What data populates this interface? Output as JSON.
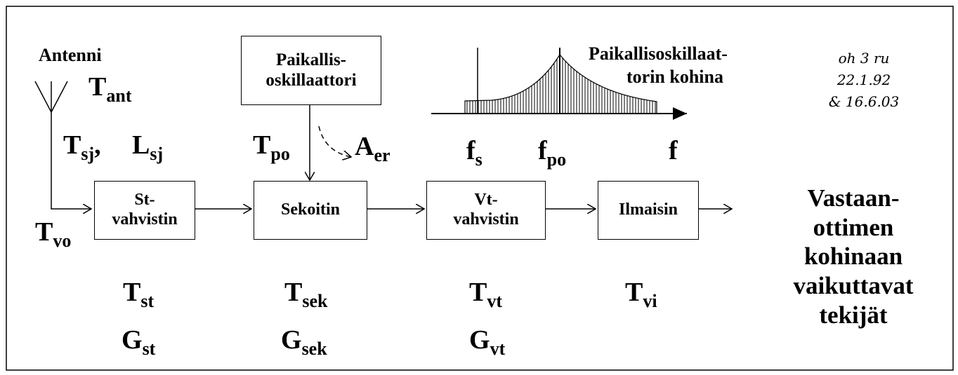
{
  "antenna": {
    "label": "Antenni",
    "t_ant": "T",
    "t_ant_sub": "ant"
  },
  "antenna_line": {
    "t_sj": "T",
    "t_sj_sub": "sj",
    "comma": ",",
    "l_sj": "L",
    "l_sj_sub": "sj",
    "t_vo": "T",
    "t_vo_sub": "vo"
  },
  "local_oscillator": {
    "line1": "Paikallis-",
    "line2": "oskillaattori",
    "t_po": "T",
    "t_po_sub": "po",
    "a_er": "A",
    "a_er_sub": "er"
  },
  "blocks": {
    "st": {
      "line1": "St-",
      "line2": "vahvistin",
      "t": "T",
      "t_sub": "st",
      "g": "G",
      "g_sub": "st"
    },
    "sek": {
      "line1": "Sekoitin",
      "t": "T",
      "t_sub": "sek",
      "g": "G",
      "g_sub": "sek"
    },
    "vt": {
      "line1": "Vt-",
      "line2": "vahvistin",
      "t": "T",
      "t_sub": "vt",
      "g": "G",
      "g_sub": "vt"
    },
    "ilm": {
      "line1": "Ilmaisin",
      "t": "T",
      "t_sub": "vi"
    }
  },
  "spectrum": {
    "title_line1": "Paikallisoskillaat-",
    "title_line2": "torin  kohina",
    "fs": "f",
    "fs_sub": "s",
    "fpo": "f",
    "fpo_sub": "po",
    "f": "f"
  },
  "title": {
    "line1": "Vastaan-",
    "line2": "ottimen",
    "line3": "kohinaan",
    "line4": "vaikuttavat",
    "line5": "tekijät"
  },
  "note": {
    "line1": "oh 3 ru",
    "line2": "22.1.92",
    "line3": "& 16.6.03"
  }
}
